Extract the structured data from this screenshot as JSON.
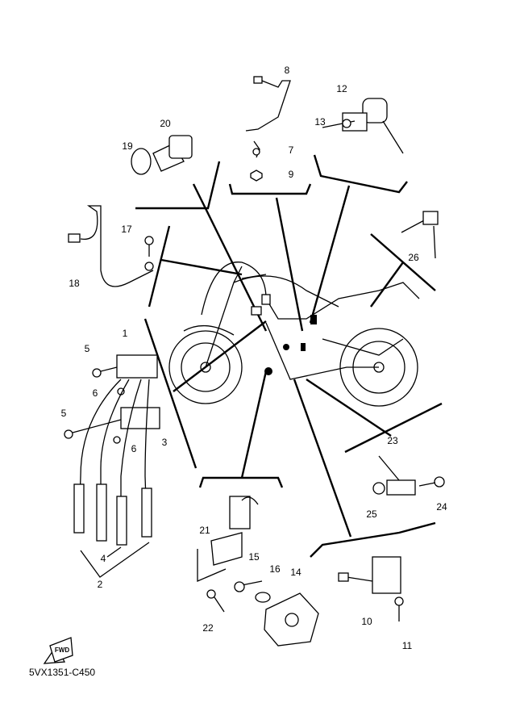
{
  "diagram": {
    "callouts": [
      "8",
      "12",
      "20",
      "7",
      "13",
      "19",
      "9",
      "17",
      "26",
      "18",
      "1",
      "5",
      "6",
      "5",
      "6",
      "3",
      "23",
      "4",
      "2",
      "21",
      "15",
      "16",
      "14",
      "25",
      "24",
      "22",
      "10",
      "11"
    ],
    "fwd_label": "FWD",
    "drawing_code": "5VX1351-C450"
  }
}
